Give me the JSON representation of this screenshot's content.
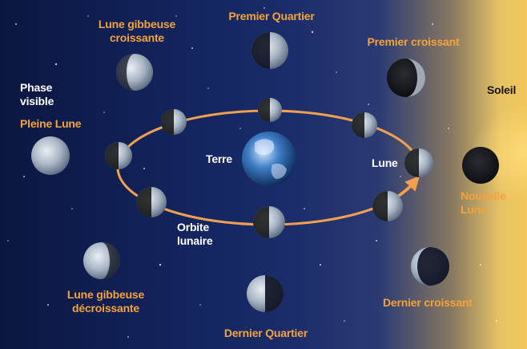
{
  "labels": {
    "premier_quartier": "Premier Quartier",
    "lune_gibbeuse_croissante": "Lune gibbeuse\ncroissante",
    "premier_croissant": "Premier croissant",
    "phase_visible": "Phase\nvisible",
    "pleine_lune": "Pleine Lune",
    "soleil": "Soleil",
    "terre": "Terre",
    "lune": "Lune",
    "nouvelle_lune": "Nouvelle\nLune",
    "orbite_lunaire": "Orbite\nlunaire",
    "lune_gibbeuse_decroissante": "Lune gibbeuse\ndécroissante",
    "dernier_croissant": "Dernier croissant",
    "dernier_quartier": "Dernier Quartier"
  },
  "colors": {
    "label_orange": "#f3a33c",
    "orbit": "#f0a050",
    "sun_glow": "#f2c65a"
  }
}
